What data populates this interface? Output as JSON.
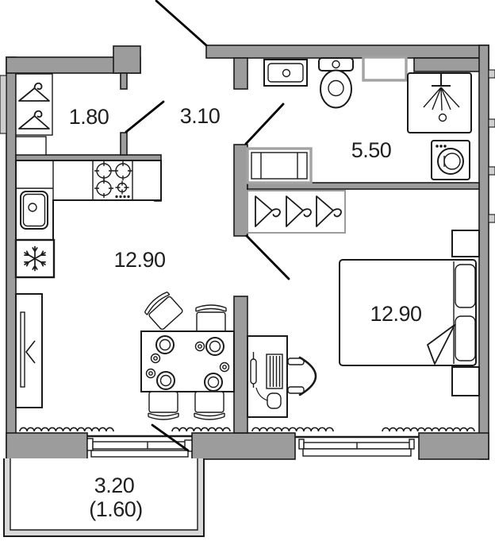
{
  "plan": {
    "type": "apartment-floor-plan",
    "rooms": [
      {
        "id": "entry-closet",
        "label": "1.80"
      },
      {
        "id": "hallway",
        "label": "3.10"
      },
      {
        "id": "bathroom",
        "label": "5.50"
      },
      {
        "id": "kitchen-living",
        "label": "12.90"
      },
      {
        "id": "bedroom",
        "label": "12.90"
      },
      {
        "id": "balcony",
        "label": "3.20",
        "sublabel": "(1.60)"
      }
    ],
    "colors": {
      "wall": "#9c9c9c",
      "outline": "#1a1a1a",
      "light": "#cfcfcf",
      "balcony_band": "#d9d9d9",
      "text": "#1f1f1f"
    },
    "fixtures": [
      "entry-door",
      "coat-hanger",
      "shoe-cabinet",
      "kitchen-counter",
      "stove",
      "kitchen-sink",
      "fridge",
      "sliding-wardrobe",
      "dining-table",
      "plate",
      "cup",
      "chair",
      "desk",
      "monitor",
      "mouse",
      "office-chair",
      "bathroom-sink",
      "toilet",
      "shower",
      "washing-machine",
      "bathroom-cabinet",
      "vent-niche",
      "closet-rail-hanger",
      "bed",
      "pillow",
      "blanket-fold",
      "nightstand",
      "radiator",
      "balcony-door",
      "window",
      "balcony"
    ]
  }
}
